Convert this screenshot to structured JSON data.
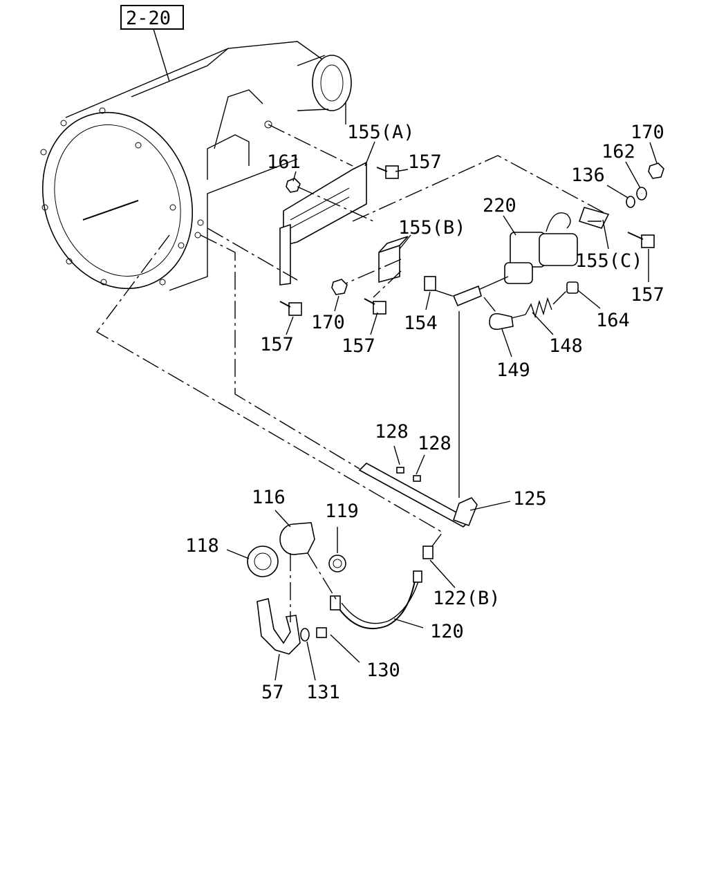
{
  "diagram": {
    "reference_box": "2-20",
    "labels": {
      "p155A": "155(A)",
      "p155B": "155(B)",
      "p155C": "155(C)",
      "p157a": "157",
      "p157b": "157",
      "p157c": "157",
      "p157d": "157",
      "p161": "161",
      "p170a": "170",
      "p170b": "170",
      "p162": "162",
      "p136": "136",
      "p220": "220",
      "p154": "154",
      "p164": "164",
      "p148": "148",
      "p149": "149",
      "p128a": "128",
      "p128b": "128",
      "p125": "125",
      "p116": "116",
      "p119": "119",
      "p118": "118",
      "p122B": "122(B)",
      "p120": "120",
      "p130": "130",
      "p131": "131",
      "p57": "57"
    }
  }
}
